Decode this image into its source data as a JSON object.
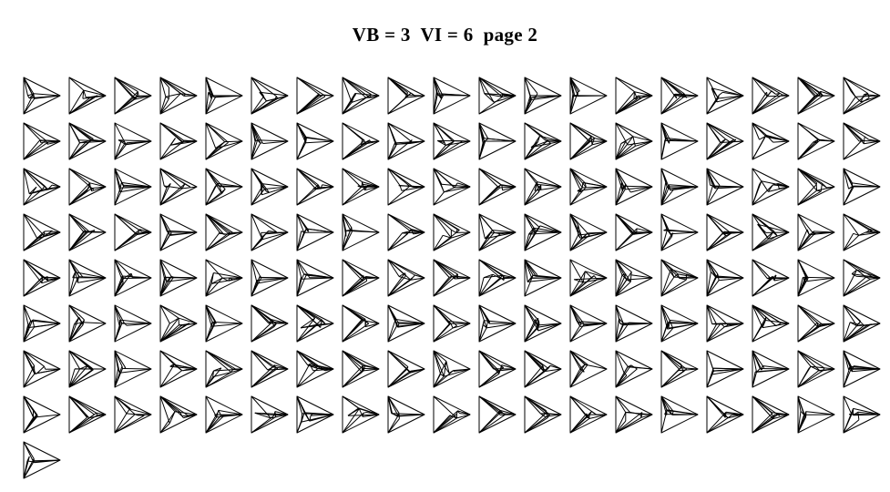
{
  "title": "VB = 3  VI = 6  page 2",
  "grid": {
    "rows": [
      19,
      19,
      19,
      19,
      19,
      19,
      19,
      19,
      1
    ],
    "total": 153
  },
  "colors": {
    "ink": "#000000",
    "background": "#ffffff"
  }
}
